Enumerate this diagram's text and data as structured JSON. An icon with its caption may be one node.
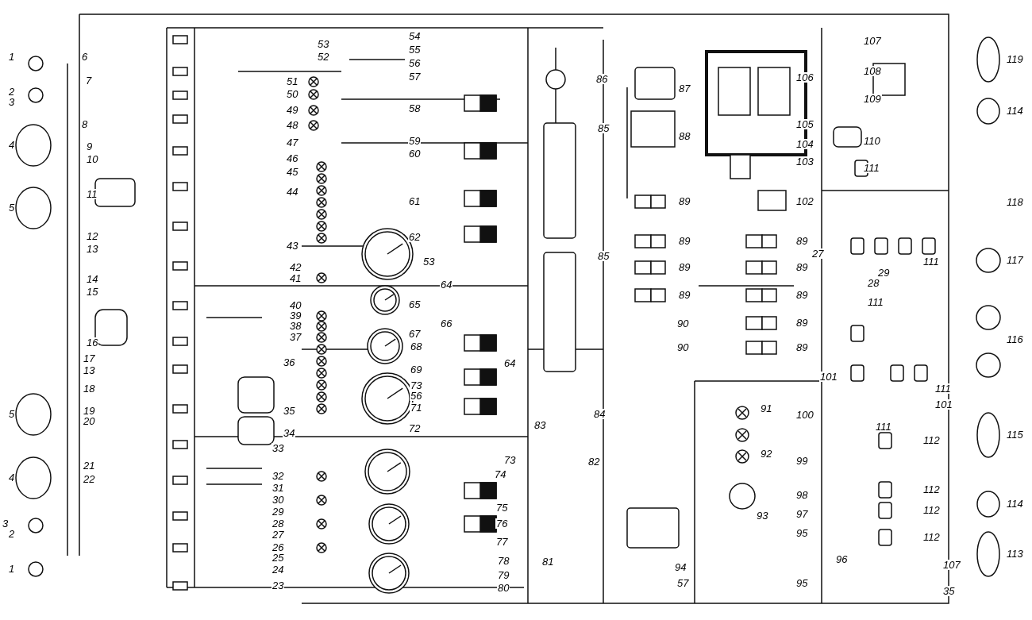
{
  "diagram": {
    "labels": [
      "1",
      "2",
      "3",
      "4",
      "5",
      "6",
      "7",
      "8",
      "9",
      "10",
      "11",
      "12",
      "13",
      "14",
      "15",
      "16",
      "17",
      "13",
      "18",
      "19",
      "20",
      "21",
      "22",
      "5",
      "4",
      "3",
      "2",
      "1",
      "54",
      "55",
      "56",
      "57",
      "53",
      "52",
      "51",
      "50",
      "49",
      "48",
      "59",
      "47",
      "46",
      "45",
      "44",
      "43",
      "42",
      "41",
      "40",
      "39",
      "38",
      "37",
      "36",
      "35",
      "34",
      "33",
      "32",
      "31",
      "30",
      "29",
      "28",
      "27",
      "26",
      "25",
      "24",
      "23",
      "53",
      "65",
      "67",
      "68",
      "69",
      "73",
      "56",
      "71",
      "72",
      "73",
      "74",
      "75",
      "76",
      "77",
      "78",
      "79",
      "80",
      "81",
      "58",
      "60",
      "61",
      "62",
      "64",
      "66",
      "64",
      "86",
      "85",
      "85",
      "84",
      "83",
      "82",
      "87",
      "88",
      "89",
      "89",
      "89",
      "89",
      "90",
      "90",
      "91",
      "92",
      "93",
      "94",
      "57",
      "89",
      "89",
      "89",
      "89",
      "89",
      "99",
      "100",
      "98",
      "97",
      "95",
      "95",
      "96",
      "102",
      "103",
      "104",
      "105",
      "106",
      "107",
      "108",
      "109",
      "110",
      "111",
      "119",
      "114",
      "118",
      "117",
      "116",
      "115",
      "114",
      "113",
      "107",
      "35",
      "27",
      "29",
      "28",
      "111",
      "111",
      "101",
      "101",
      "111",
      "111",
      "112",
      "112",
      "112",
      "112"
    ]
  }
}
